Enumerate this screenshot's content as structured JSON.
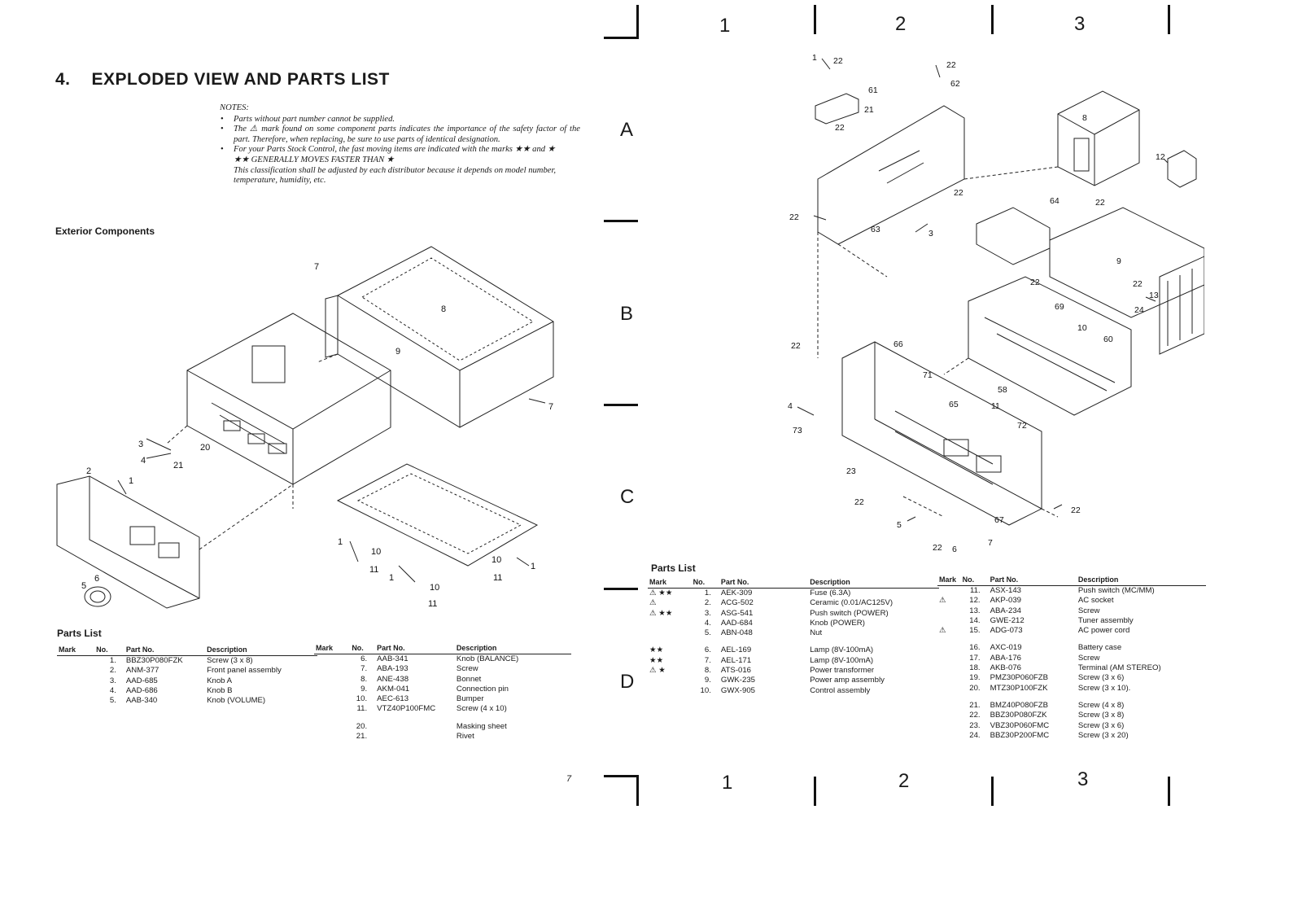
{
  "title": {
    "number": "4.",
    "text": "EXPLODED VIEW AND PARTS LIST"
  },
  "notes": {
    "heading": "NOTES:",
    "bullets": [
      "Parts without part number cannot be supplied.",
      "The ⚠ mark found on some component parts indicates the importance of the safety factor of the part. Therefore, when replacing, be sure to use parts of identical designation.",
      "For your Parts Stock Control, the fast moving items are indicated with the marks ★★ and ★"
    ],
    "sub1": "★★ GENERALLY MOVES FASTER THAN ★",
    "sub2": "This classification shall be adjusted by each distributor because it depends on model number, temperature, humidity, etc."
  },
  "exterior_heading": "Exterior Components",
  "parts_list_heading": "Parts List",
  "page_number": "7",
  "grid": {
    "columns": [
      "1",
      "2",
      "3"
    ],
    "rows": [
      "A",
      "B",
      "C",
      "D"
    ]
  },
  "columns": {
    "mark": "Mark",
    "no": "No.",
    "part": "Part No.",
    "desc": "Description"
  },
  "exterior_left": [
    {
      "mark": "",
      "no": "1.",
      "part": "BBZ30P080FZK",
      "desc": "Screw (3 x 8)"
    },
    {
      "mark": "",
      "no": "2.",
      "part": "ANM-377",
      "desc": "Front panel assembly"
    },
    {
      "mark": "",
      "no": "3.",
      "part": "AAD-685",
      "desc": "Knob A"
    },
    {
      "mark": "",
      "no": "4.",
      "part": "AAD-686",
      "desc": "Knob B"
    },
    {
      "mark": "",
      "no": "5.",
      "part": "AAB-340",
      "desc": "Knob (VOLUME)"
    }
  ],
  "exterior_right": [
    {
      "mark": "",
      "no": "6.",
      "part": "AAB-341",
      "desc": "Knob (BALANCE)"
    },
    {
      "mark": "",
      "no": "7.",
      "part": "ABA-193",
      "desc": "Screw"
    },
    {
      "mark": "",
      "no": "8.",
      "part": "ANE-438",
      "desc": "Bonnet"
    },
    {
      "mark": "",
      "no": "9.",
      "part": "AKM-041",
      "desc": "Connection pin"
    },
    {
      "mark": "",
      "no": "10.",
      "part": "AEC-613",
      "desc": "Bumper"
    },
    {
      "mark": "",
      "no": "11.",
      "part": "VTZ40P100FMC",
      "desc": "Screw (4 x 10)"
    },
    {
      "gap": true
    },
    {
      "mark": "",
      "no": "20.",
      "part": "",
      "desc": "Masking sheet"
    },
    {
      "mark": "",
      "no": "21.",
      "part": "",
      "desc": "Rivet"
    }
  ],
  "internal_left": [
    {
      "mark": "⚠ ★★",
      "no": "1.",
      "part": "AEK-309",
      "desc": "Fuse (6.3A)"
    },
    {
      "mark": "⚠",
      "no": "2.",
      "part": "ACG-502",
      "desc": "Ceramic (0.01/AC125V)"
    },
    {
      "mark": "⚠ ★★",
      "no": "3.",
      "part": "ASG-541",
      "desc": "Push switch (POWER)"
    },
    {
      "mark": "",
      "no": "4.",
      "part": "AAD-684",
      "desc": "Knob (POWER)"
    },
    {
      "mark": "",
      "no": "5.",
      "part": "ABN-048",
      "desc": "Nut"
    },
    {
      "gap": true
    },
    {
      "mark": "★★",
      "no": "6.",
      "part": "AEL-169",
      "desc": "Lamp (8V-100mA)"
    },
    {
      "mark": "★★",
      "no": "7.",
      "part": "AEL-171",
      "desc": "Lamp (8V-100mA)"
    },
    {
      "mark": "⚠ ★",
      "no": "8.",
      "part": "ATS-016",
      "desc": "Power transformer"
    },
    {
      "mark": "",
      "no": "9.",
      "part": "GWK-235",
      "desc": "Power amp assembly"
    },
    {
      "mark": "",
      "no": "10.",
      "part": "GWX-905",
      "desc": "Control assembly"
    }
  ],
  "internal_right": [
    {
      "mark": "",
      "no": "11.",
      "part": "ASX-143",
      "desc": "Push switch (MC/MM)"
    },
    {
      "mark": "⚠",
      "no": "12.",
      "part": "AKP-039",
      "desc": "AC socket"
    },
    {
      "mark": "",
      "no": "13.",
      "part": "ABA-234",
      "desc": "Screw"
    },
    {
      "mark": "",
      "no": "14.",
      "part": "GWE-212",
      "desc": "Tuner assembly"
    },
    {
      "mark": "⚠",
      "no": "15.",
      "part": "ADG-073",
      "desc": "AC power cord"
    },
    {
      "gap": true
    },
    {
      "mark": "",
      "no": "16.",
      "part": "AXC-019",
      "desc": "Battery case"
    },
    {
      "mark": "",
      "no": "17.",
      "part": "ABA-176",
      "desc": "Screw"
    },
    {
      "mark": "",
      "no": "18.",
      "part": "AKB-076",
      "desc": "Terminal (AM STEREO)"
    },
    {
      "mark": "",
      "no": "19.",
      "part": "PMZ30P060FZB",
      "desc": "Screw (3 x 6)"
    },
    {
      "mark": "",
      "no": "20.",
      "part": "MTZ30P100FZK",
      "desc": "Screw (3 x 10)."
    },
    {
      "gap": true
    },
    {
      "mark": "",
      "no": "21.",
      "part": "BMZ40P080FZB",
      "desc": "Screw (4 x 8)"
    },
    {
      "mark": "",
      "no": "22.",
      "part": "BBZ30P080FZK",
      "desc": "Screw (3 x 8)"
    },
    {
      "mark": "",
      "no": "23.",
      "part": "VBZ30P060FMC",
      "desc": "Screw (3 x 6)"
    },
    {
      "mark": "",
      "no": "24.",
      "part": "BBZ30P200FMC",
      "desc": "Screw (3 x 20)"
    }
  ],
  "exterior_callouts": [
    "7",
    "8",
    "9",
    "7",
    "3",
    "4",
    "20",
    "21",
    "2",
    "1",
    "6",
    "5",
    "1",
    "10",
    "11",
    "1",
    "10",
    "11",
    "10",
    "1",
    "11"
  ],
  "interior_callouts": [
    "1",
    "22",
    "22",
    "61",
    "62",
    "21",
    "22",
    "8",
    "12",
    "22",
    "22",
    "22",
    "63",
    "3",
    "64",
    "22",
    "9",
    "22",
    "13",
    "24",
    "69",
    "10",
    "60",
    "22",
    "66",
    "71",
    "4",
    "58",
    "11",
    "73",
    "65",
    "72",
    "23",
    "22",
    "22",
    "5",
    "67",
    "22",
    "6",
    "7"
  ]
}
